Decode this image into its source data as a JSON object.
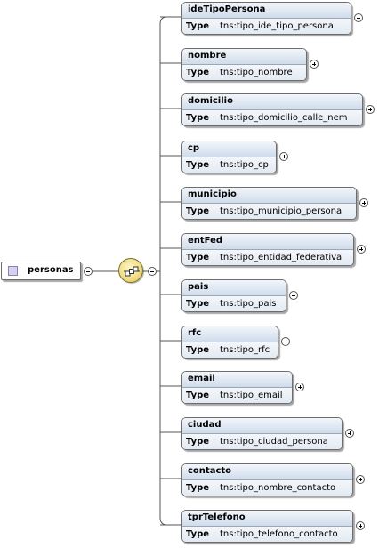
{
  "root": {
    "label": "personas"
  },
  "compositor": {
    "kind": "sequence"
  },
  "children": [
    {
      "name": "ideTipoPersona",
      "type_label": "Type",
      "type": "tns:tipo_ide_tipo_persona"
    },
    {
      "name": "nombre",
      "type_label": "Type",
      "type": "tns:tipo_nombre"
    },
    {
      "name": "domicilio",
      "type_label": "Type",
      "type": "tns:tipo_domicilio_calle_nem"
    },
    {
      "name": "cp",
      "type_label": "Type",
      "type": "tns:tipo_cp"
    },
    {
      "name": "municipio",
      "type_label": "Type",
      "type": "tns:tipo_municipio_persona"
    },
    {
      "name": "entFed",
      "type_label": "Type",
      "type": "tns:tipo_entidad_federativa"
    },
    {
      "name": "pais",
      "type_label": "Type",
      "type": "tns:tipo_pais"
    },
    {
      "name": "rfc",
      "type_label": "Type",
      "type": "tns:tipo_rfc"
    },
    {
      "name": "email",
      "type_label": "Type",
      "type": "tns:tipo_email"
    },
    {
      "name": "ciudad",
      "type_label": "Type",
      "type": "tns:tipo_ciudad_persona"
    },
    {
      "name": "contacto",
      "type_label": "Type",
      "type": "tns:tipo_nombre_contacto"
    },
    {
      "name": "tprTelefono",
      "type_label": "Type",
      "type": "tns:tipo_telefono_contacto"
    }
  ],
  "colors": {
    "element_header": "#d0dceb",
    "compositor_fill": "#f1df8a",
    "root_icon": "#d8d0f0",
    "connector": "#555555"
  }
}
